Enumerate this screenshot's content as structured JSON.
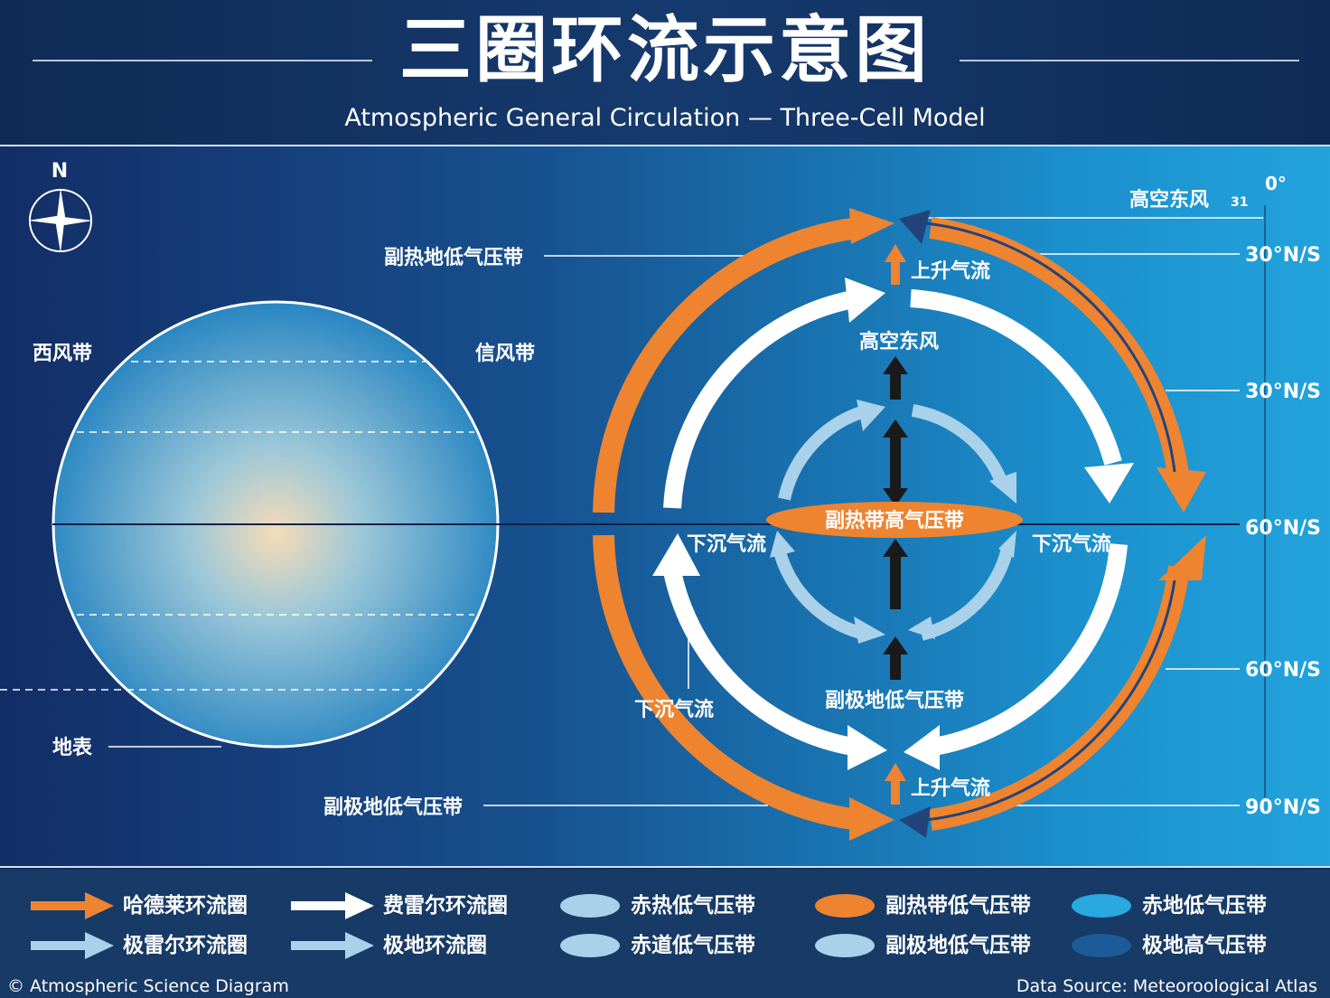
{
  "header": {
    "title": "三圈环流示意图",
    "subtitle": "Atmospheric General Circulation — Three-Cell Model"
  },
  "compass": {
    "north": "N",
    "icon": "compass-rose-icon"
  },
  "globe": {
    "label_left": "西风带",
    "label_right": "信风带",
    "label_surface": "地表"
  },
  "diagram": {
    "top_low": "副热地低气压带",
    "bottom_low": "副极地低气压带",
    "rise_top": "上升气流",
    "rise_bottom": "上升气流",
    "upper_east": "高空东风",
    "upper_east_top": "高空东风",
    "top_marker": "31",
    "top_degree": "0°",
    "center_high": "副热带高气压带",
    "sink_left": "下沉气流",
    "sink_right": "下沉气流",
    "sink_lower_left": "下沉气流",
    "subpolar_low": "副极地低气压带"
  },
  "latitudes": [
    "30°N/S",
    "30°N/S",
    "60°N/S",
    "60°N/S",
    "90°N/S"
  ],
  "colors": {
    "hadley": "#ee8430",
    "ferrel": "#ffffff",
    "polar": "#a9d2ea",
    "background": "#1b5a99"
  },
  "legend": [
    {
      "label": "哈德莱环流圈",
      "type": "arrow",
      "color": "#ee8430"
    },
    {
      "label": "费雷尔环流圈",
      "type": "arrow",
      "color": "#ffffff"
    },
    {
      "label": "赤热低气压带",
      "type": "ellipse",
      "color": "#a9d2ea"
    },
    {
      "label": "副热带低气压带",
      "type": "ellipse",
      "color": "#ee8430"
    },
    {
      "label": "赤地低气压带",
      "type": "ellipse",
      "color": "#2aa8e0"
    },
    {
      "label": "极雷尔环流圈",
      "type": "arrow",
      "color": "#a9d2ea"
    },
    {
      "label": "极地环流圈",
      "type": "arrow",
      "color": "#a9d2ea"
    },
    {
      "label": "赤道低气压带",
      "type": "ellipse",
      "color": "#a9d2ea"
    },
    {
      "label": "副极地低气压带",
      "type": "ellipse",
      "color": "#a9d2ea"
    },
    {
      "label": "极地高气压带",
      "type": "ellipse",
      "color": "#1d5a9a"
    }
  ],
  "footer": {
    "left": "© Atmospheric Science Diagram",
    "right": "Data Source: Meteoroological Atlas"
  }
}
